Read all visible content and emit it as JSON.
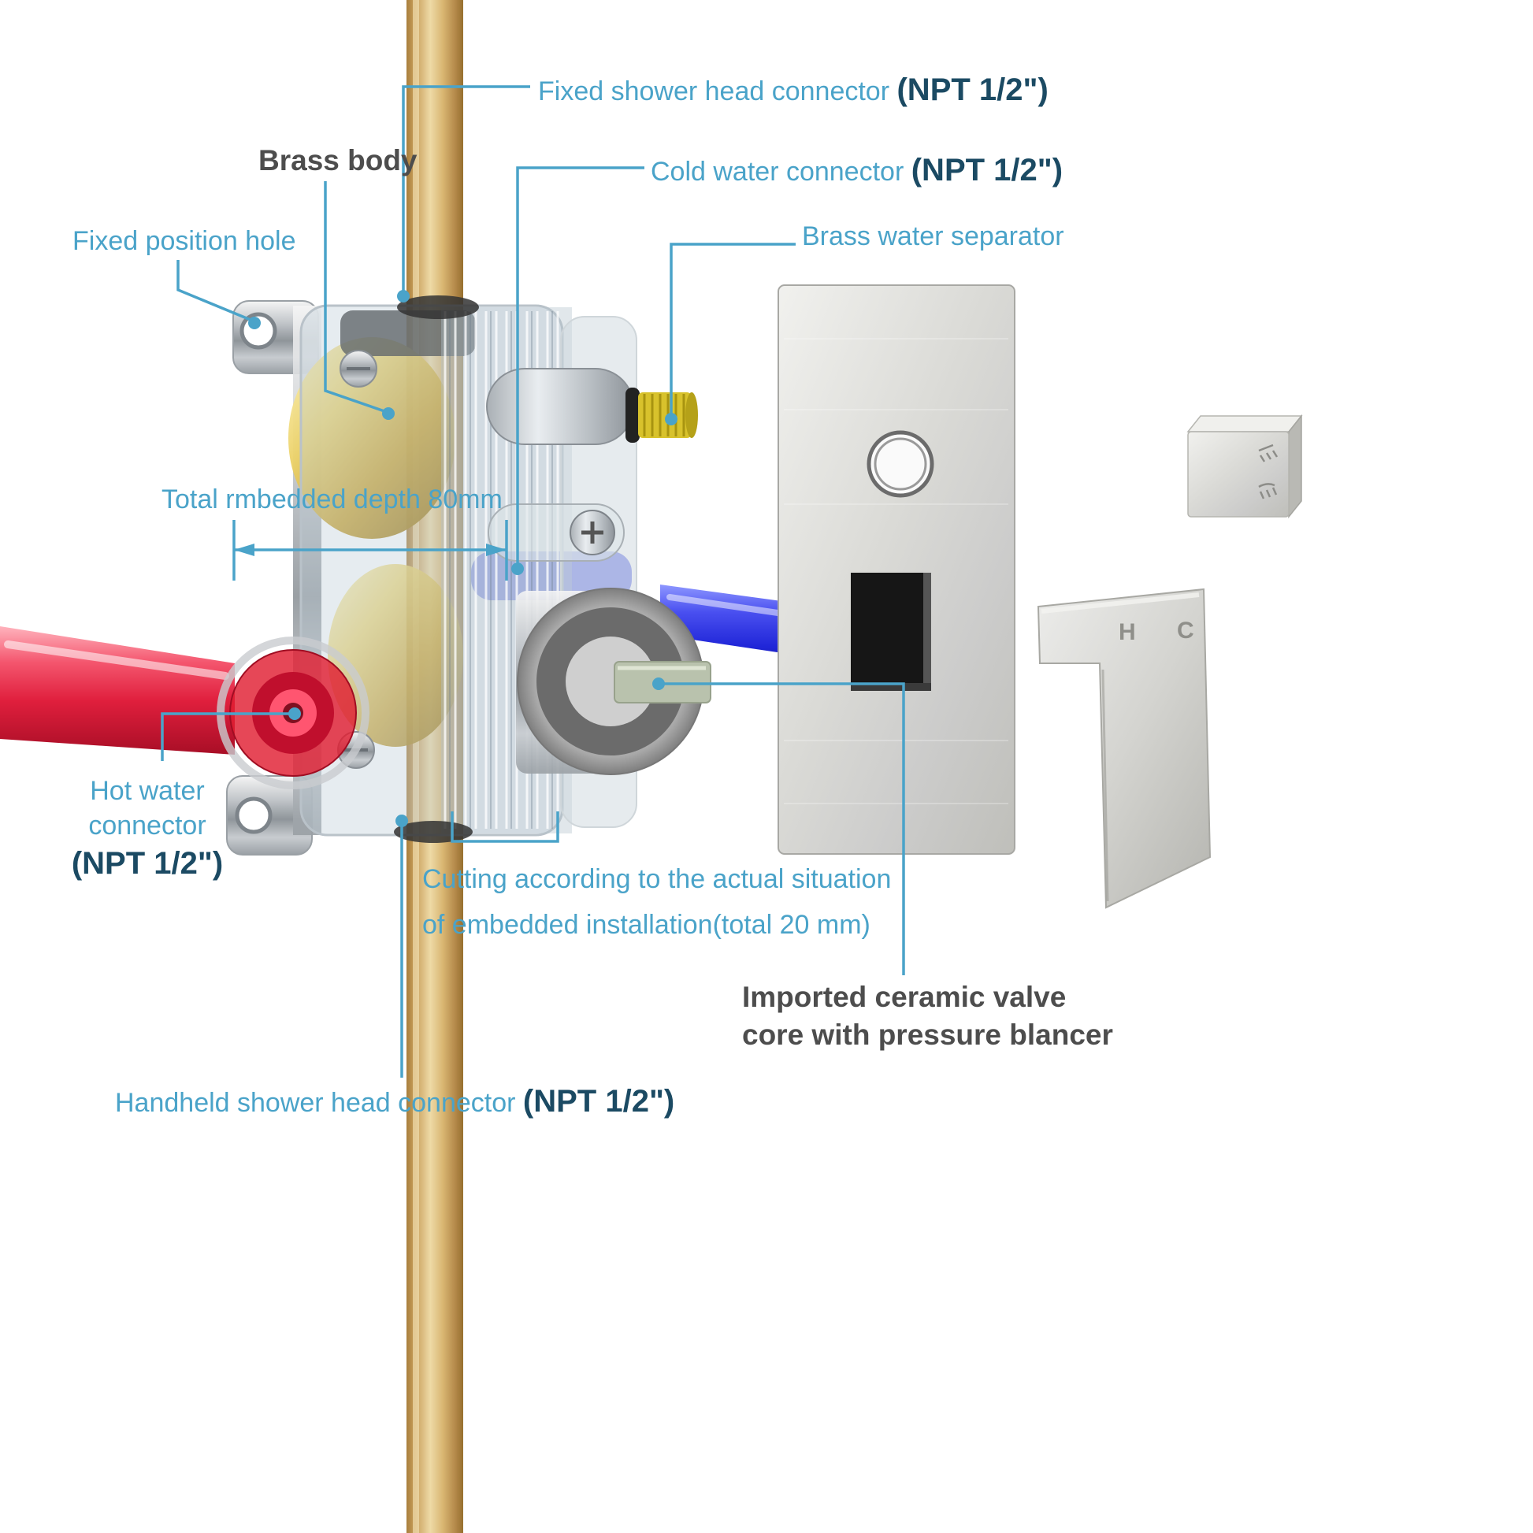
{
  "colors": {
    "accent_leader_blue": "#4AA3C9",
    "npt_dark_blue": "#1B4A63",
    "dark_label_gray": "#4D4D4D",
    "hot_pipe_red": "#E01F3D",
    "cold_pipe_blue": "#2026D8",
    "brass_gold": "#D9B23A",
    "copper_pipe_tan": "#D9B672",
    "plate_nickel": "#D6D6D2"
  },
  "labels": {
    "fixed_shower": {
      "text": "Fixed shower head connector ",
      "npt": "(NPT 1/2\")"
    },
    "brass_body": "Brass body",
    "cold_water": {
      "text": "Cold water connector ",
      "npt": "(NPT 1/2\")"
    },
    "fixed_position": "Fixed position hole",
    "brass_separator": "Brass water separator",
    "depth": "Total rmbedded depth 80mm",
    "hot_water": {
      "line1": "Hot water",
      "line2": "connector",
      "npt": "(NPT 1/2\")"
    },
    "cutting": {
      "line1": "Cutting according to the actual situation",
      "line2": "of embedded installation(total 20 mm)"
    },
    "ceramic": {
      "line1": "Imported ceramic valve",
      "line2": "core with pressure blancer"
    },
    "handheld": {
      "text": "Handheld shower head connector ",
      "npt": "(NPT 1/2\")"
    }
  },
  "handle": {
    "hot_letter": "H",
    "cold_letter": "C"
  }
}
